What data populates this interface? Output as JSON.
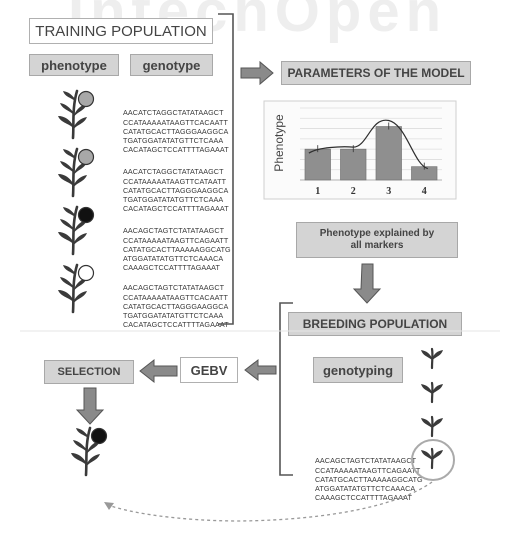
{
  "watermark": "IntechOpen",
  "training": {
    "title": "TRAINING POPULATION",
    "phenotype_label": "phenotype",
    "genotype_label": "genotype",
    "sequences": [
      [
        "AACATCTAGGCTATATAAGCT",
        "CCATAAAAATAAGTTCACAATT",
        "CATATGCACTTAGGGAAGGCA",
        "TGATGGATATATGTTCTCAAA",
        "CACATAGCTCCATTTTAGAAAT"
      ],
      [
        "AACATCTAGGCTATATAAGCT",
        "CCATAAAAATAAGTTCATAATT",
        "CATATGCACTTAGGGAAGGCA",
        "TGATGGATATATGTTCTCAAA",
        "CACATAGCTCCATTTTAGAAAT"
      ],
      [
        "AACAGCTAGTCTATATAAGCT",
        "CCATAAAAATAAGTTCAGAATT",
        "CATATGCACTTAAAAAGGCATG",
        "ATGGATATATGTTCTCAAACA",
        "CAAAGCTCCATTTTAGAAAT"
      ],
      [
        "AACAGCTAGTCTATATAAGCT",
        "CCATAAAAATAAGTTCACAATT",
        "CATATGCACTTAGGGAAGGCA",
        "TGATGGATATATGTTCTCAAA",
        "CACATAGCTCCATTTTAGAAAT"
      ]
    ]
  },
  "model": {
    "title": "PARAMETERS OF THE MODEL",
    "explained": "Phenotype explained by all markers"
  },
  "chart_data": {
    "type": "bar",
    "categories": [
      "1",
      "2",
      "3",
      "4"
    ],
    "values": [
      3.0,
      3.0,
      5.2,
      1.3
    ],
    "ylabel": "Phenotype",
    "ylim": [
      0,
      7
    ],
    "grid": true,
    "trend_line": true
  },
  "breeding": {
    "title": "BREEDING POPULATION",
    "genotyping_label": "genotyping",
    "sequence": [
      "AACAGCTAGTCTATATAAGCT",
      "CCATAAAAATAAGTTCAGAATT",
      "CATATGCACTTAAAAAGGCATG",
      "ATGGATATATGTTCTCAAACA",
      "CAAAGCTCCATTTTAGAAAT"
    ]
  },
  "gebv_label": "GEBV",
  "selection_label": "SELECTION",
  "colors": {
    "box_gray": "#d4d4d4",
    "arrow": "#888888",
    "fruit_black": "#111111",
    "fruit_gray": "#a8a8a8",
    "bar": "#8f8f8f"
  }
}
